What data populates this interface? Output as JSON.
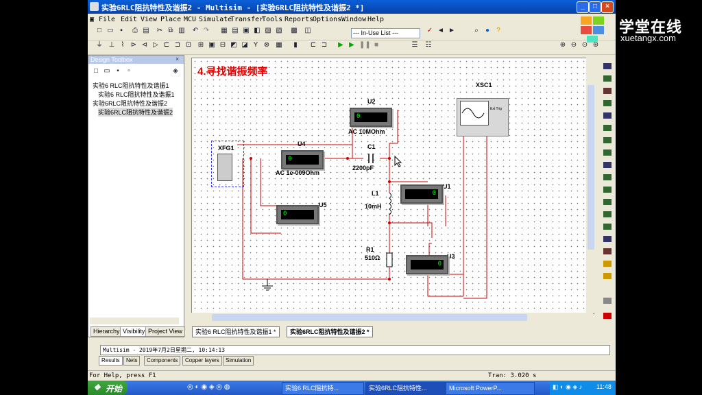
{
  "window": {
    "title": "实验6RLC阻抗特性及谐振2 - Multisim - [实验6RLC阻抗特性及谐振2 *]",
    "menus": [
      "File",
      "Edit",
      "View",
      "Place",
      "MCU",
      "Simulate",
      "Transfer",
      "Tools",
      "Reports",
      "Options",
      "Window",
      "Help"
    ],
    "in_use_list": "--- In-Use List ---"
  },
  "design_toolbox": {
    "title": "Design Toolbox",
    "items": [
      "实验6 RLC阻抗特性及谐振1",
      "实验6 RLC阻抗特性及谐振1",
      "实验6RLC阻抗特性及谐振2",
      "实验6RLC阻抗特性及谐振2"
    ],
    "tabs": [
      "Hierarchy",
      "Visibility",
      "Project View"
    ]
  },
  "schematic": {
    "heading": "4.寻找谐振频率",
    "components": {
      "xsc1": {
        "name": "XSC1",
        "trig": "Ext Trig"
      },
      "xfg1": {
        "name": "XFG1"
      },
      "u2": {
        "name": "U2",
        "value": "0",
        "mode": "AC  10MOhm"
      },
      "u4": {
        "name": "U4",
        "value": "0",
        "mode": "AC  1e-009Ohm"
      },
      "u5": {
        "name": "U5",
        "value": "0"
      },
      "u1": {
        "name": "U1",
        "value": "0"
      },
      "u3": {
        "name": "U3",
        "value": "0"
      },
      "c1": {
        "name": "C1",
        "value": "2200pF"
      },
      "l1": {
        "name": "L1",
        "value": "10mH"
      },
      "r1": {
        "name": "R1",
        "value": "510Ω"
      }
    }
  },
  "doc_tabs": [
    "实验6 RLC阻抗特性及谐振1 *",
    "实验6RLC阻抗特性及谐振2 *"
  ],
  "output": {
    "log": "Multisim  -  2019年7月2日星期二, 10:14:13",
    "tabs": [
      "Results",
      "Nets",
      "Components",
      "Copper layers",
      "Simulation"
    ]
  },
  "status": {
    "help": "For Help, press F1",
    "tran": "Tran: 3.020 s"
  },
  "taskbar": {
    "start": "开始",
    "tasks": [
      "实验6 RLC阻抗特...",
      "实验6RLC阻抗特性...",
      "Microsoft PowerP..."
    ],
    "clock": "11:48"
  },
  "logo": {
    "cn": "学堂在线",
    "en": "xuetangx.com"
  },
  "colors": {
    "wire": "#cc0000",
    "heading": "#e00000",
    "titlebar": "#0a5fd8"
  }
}
